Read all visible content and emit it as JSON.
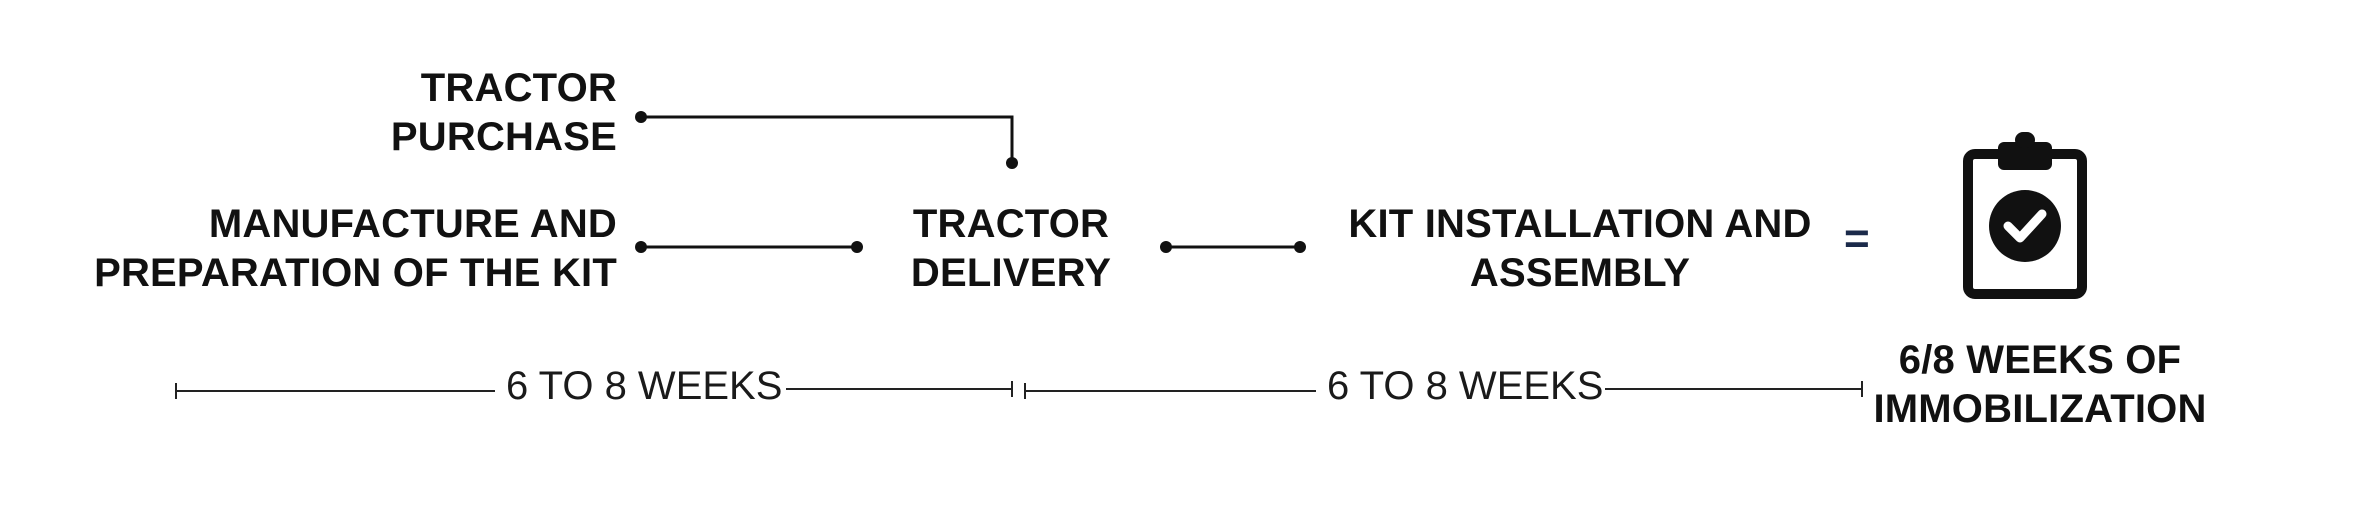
{
  "steps": {
    "tractor_purchase": [
      "TRACTOR",
      "PURCHASE"
    ],
    "kit_manufacture": [
      "MANUFACTURE AND",
      "PREPARATION OF THE KIT"
    ],
    "tractor_delivery": [
      "TRACTOR",
      "DELIVERY"
    ],
    "kit_installation": [
      "KIT INSTALLATION AND",
      "ASSEMBLY"
    ]
  },
  "equals": "=",
  "result": [
    "6/8 WEEKS OF",
    "IMMOBILIZATION"
  ],
  "durations": {
    "first": "6 TO 8 WEEKS",
    "second": "6 TO 8 WEEKS"
  },
  "icons": {
    "result_icon": "clipboard-check-icon"
  },
  "colors": {
    "text": "#111111",
    "equals": "#1b2a4a",
    "lines": "#111111"
  }
}
